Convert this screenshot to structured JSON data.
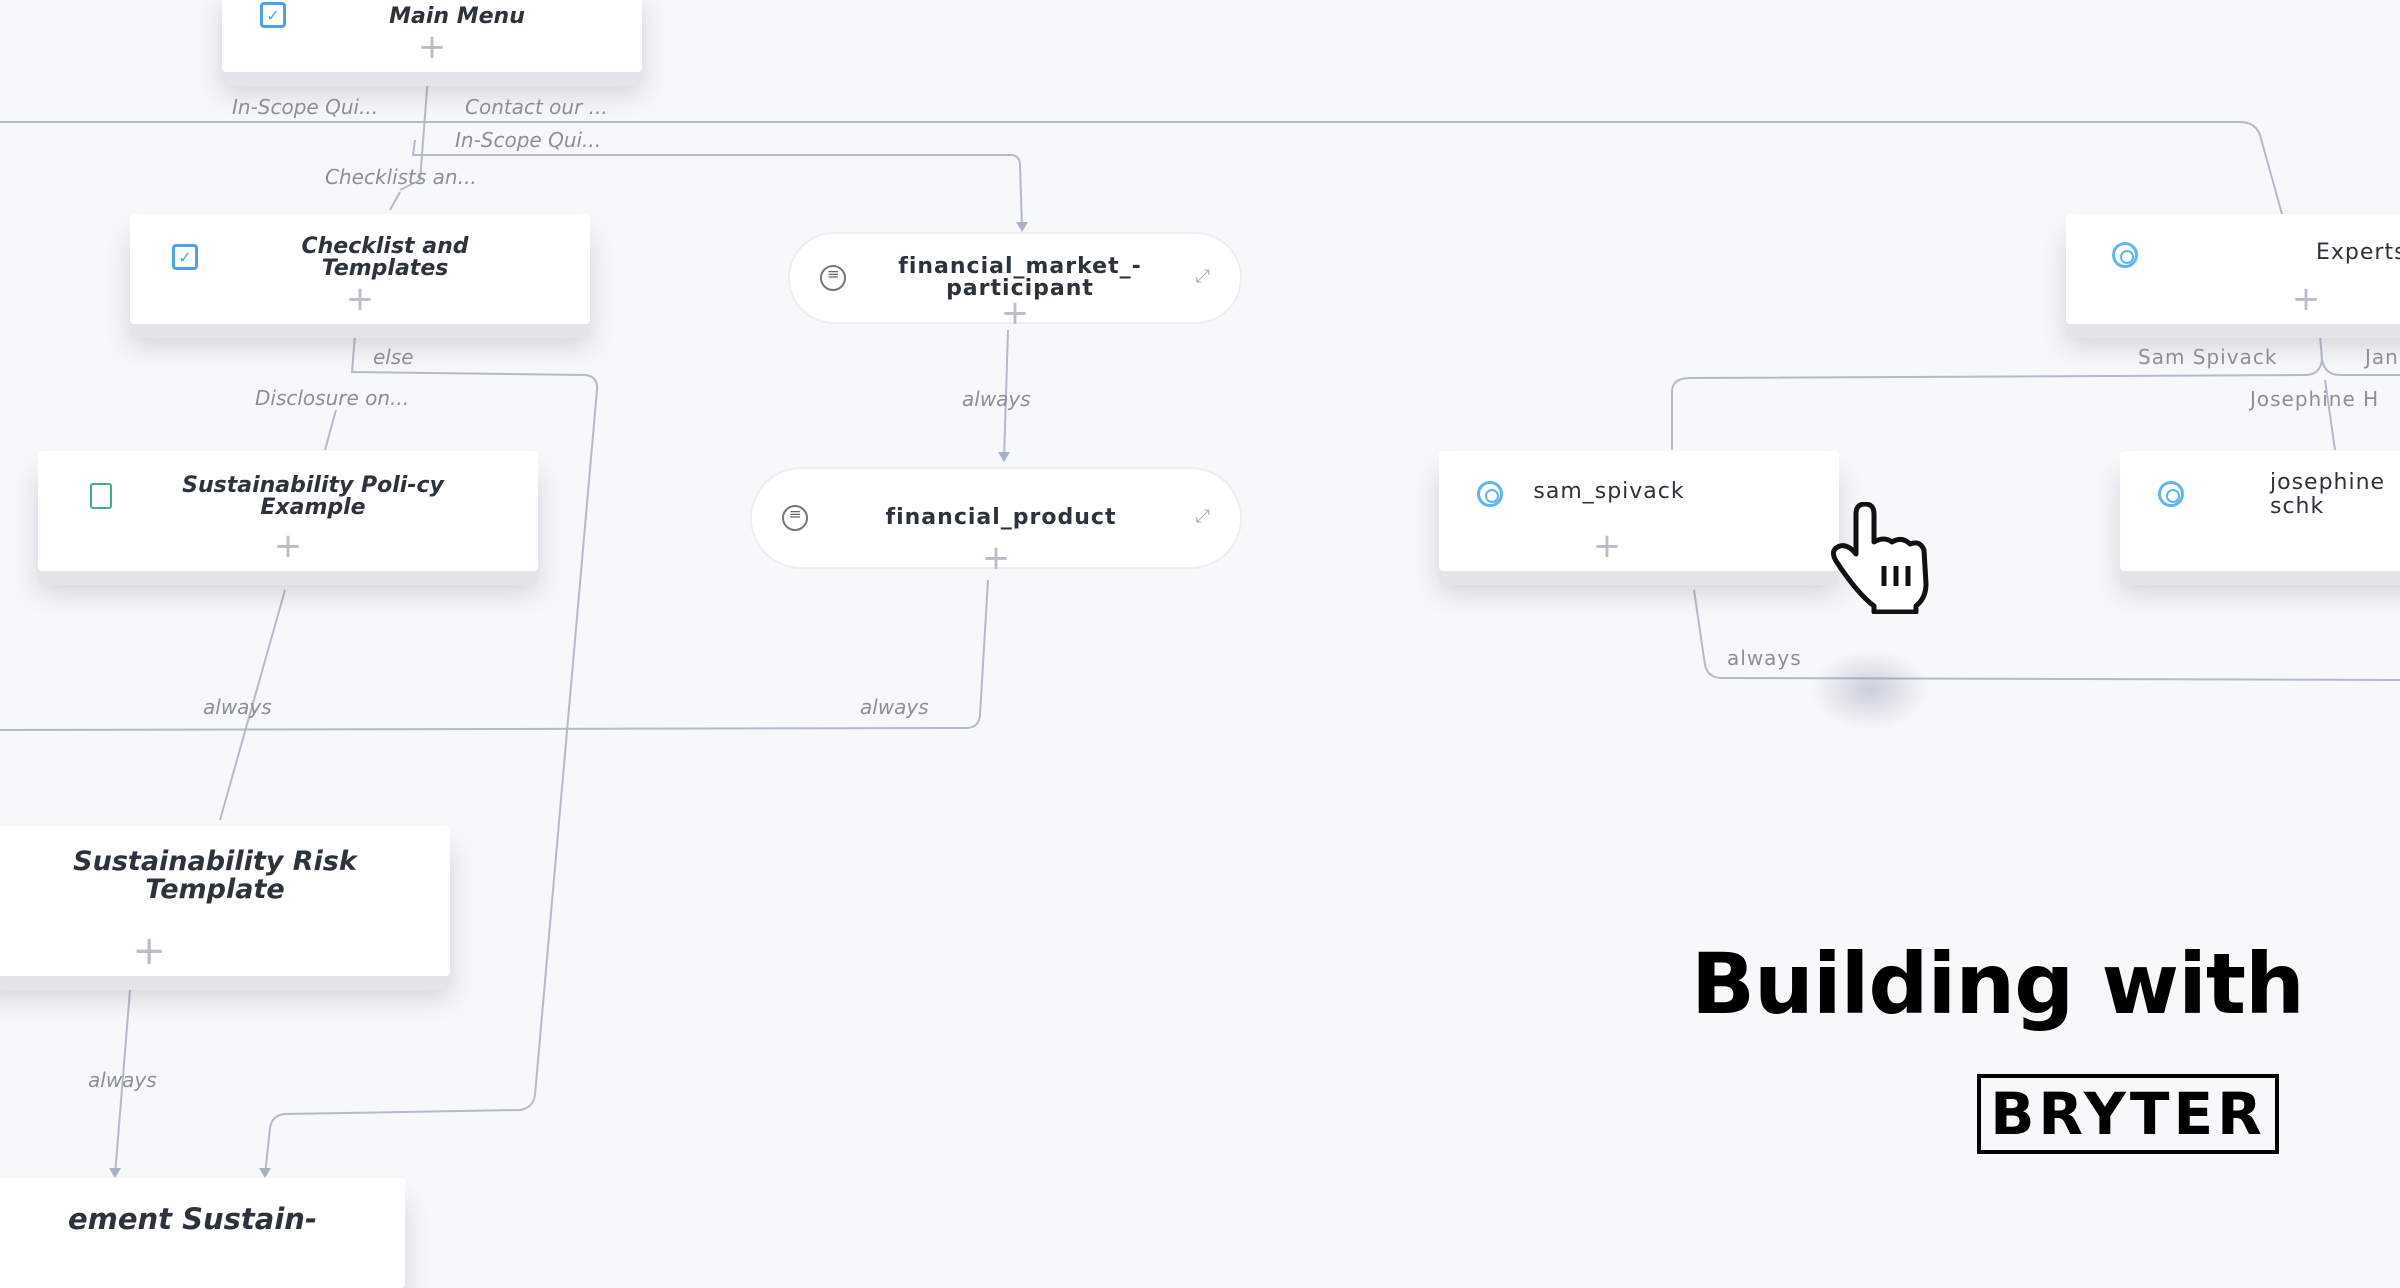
{
  "nodes": {
    "main_menu": {
      "label": "Main Menu",
      "icon": "checkbox-icon"
    },
    "checklist": {
      "label": "Checklist and Templates",
      "icon": "checkbox-icon"
    },
    "fmp": {
      "label": "financial_market_-participant",
      "icon": "document-icon"
    },
    "sus_policy": {
      "label": "Sustainability Poli-cy Example",
      "icon": "document-gear-icon"
    },
    "fin_product": {
      "label": "financial_product",
      "icon": "document-icon"
    },
    "sam": {
      "label": "sam_spivack",
      "icon": "target-icon"
    },
    "josephine": {
      "label": "josephine schk",
      "icon": "target-icon"
    },
    "experts": {
      "label": "Experts",
      "icon": "target-icon"
    },
    "sus_risk": {
      "label": "Sustainability Risk Template"
    },
    "bottom": {
      "label": "ement Sustain-"
    },
    "plus": "+",
    "expand": "⤢"
  },
  "edges": {
    "in_scope_1": "In-Scope Qui...",
    "contact": "Contact our ...",
    "in_scope_2": "In-Scope Qui...",
    "checklists": "Checklists an...",
    "else": "else",
    "disclosure": "Disclosure on...",
    "always_1": "always",
    "always_2": "always",
    "always_3": "always",
    "always_4": "always",
    "always_5": "always",
    "sam_spivack": "Sam Spivack",
    "jan": "Jan",
    "josephine": "Josephine H"
  },
  "branding": {
    "headline": "Building with",
    "logo": "BRYTER"
  },
  "colors": {
    "line": "#a9b2c2",
    "accent": "#4aa3f0",
    "text": "#2d333c"
  }
}
